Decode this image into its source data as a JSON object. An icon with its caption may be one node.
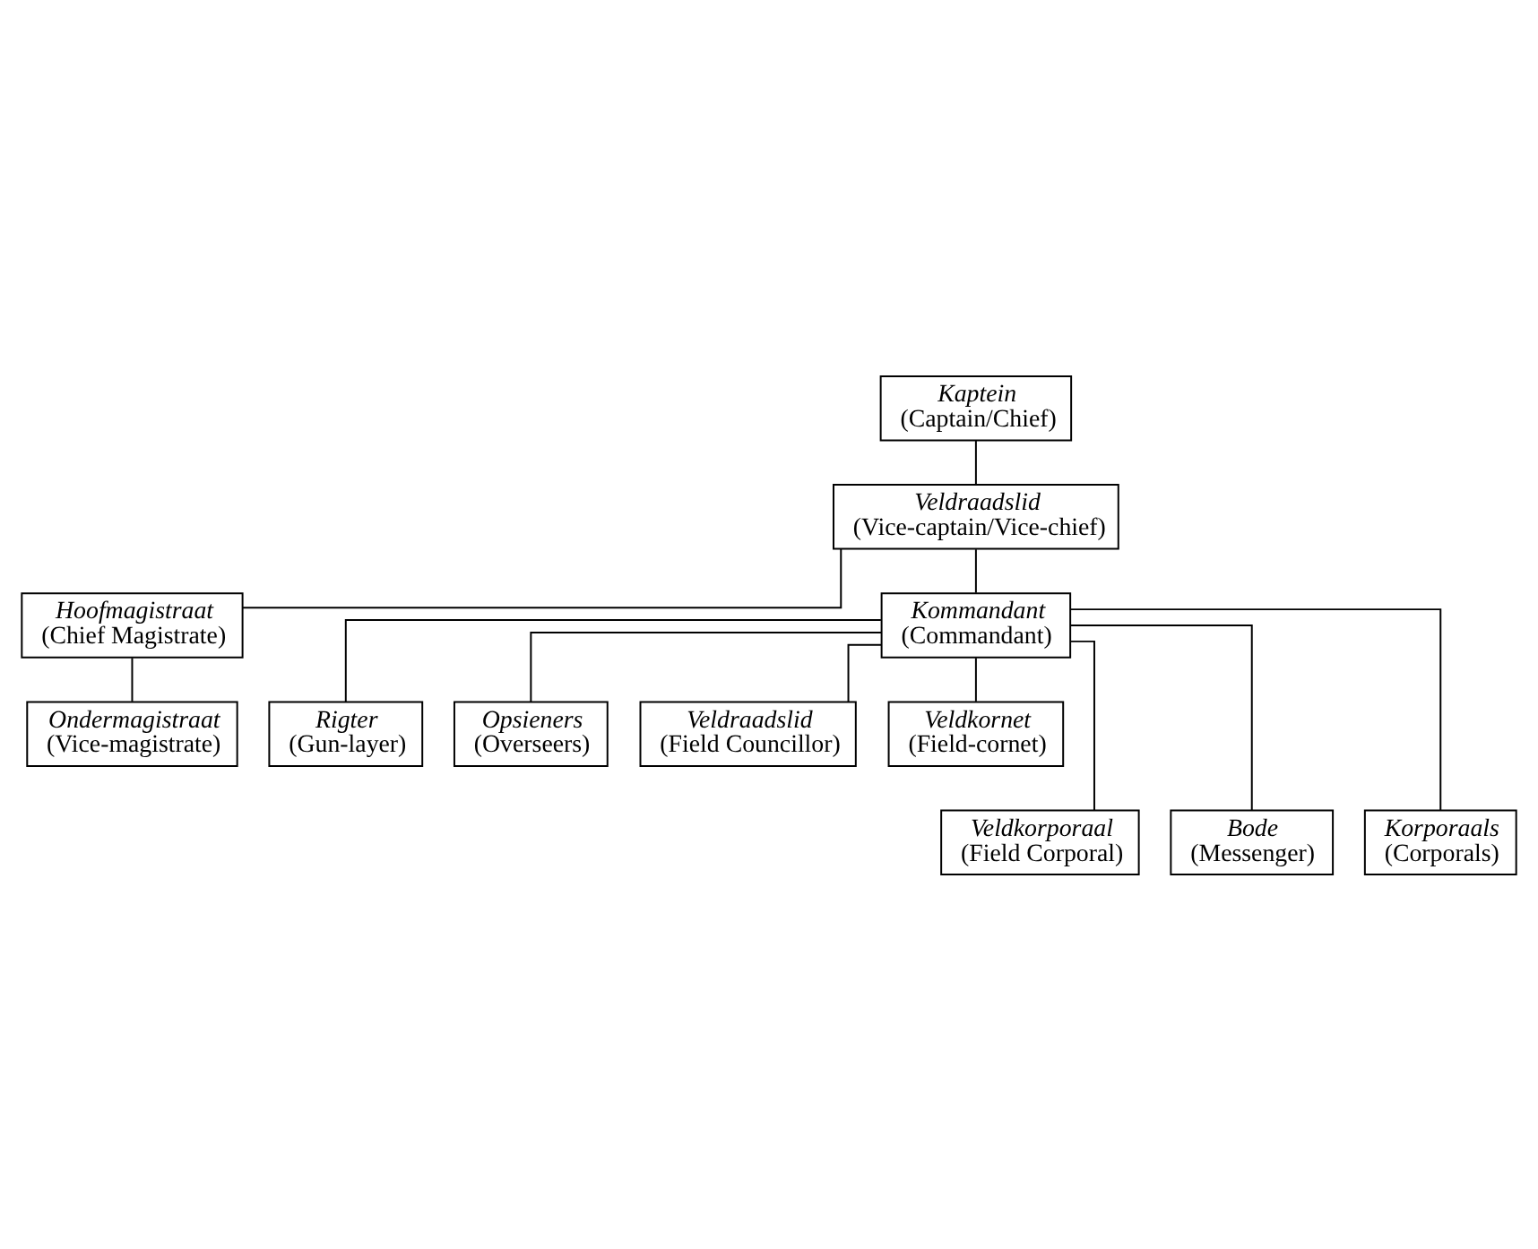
{
  "diagram": {
    "nodes": [
      {
        "text": [
          "Kaptein",
          "(Captain/Chief)"
        ]
      },
      {
        "text": [
          "Veldraadslid",
          "(Vice-captain/Vice-chief)"
        ]
      },
      {
        "text": [
          "Hoofmagistraat",
          "(Chief Magistrate)"
        ]
      },
      {
        "text": [
          "Ondermagistraat",
          "(Vice-magistrate)"
        ]
      },
      {
        "text": [
          "Kommandant",
          "(Commandant)"
        ]
      },
      {
        "text": [
          "Rigter",
          "(Gun-layer)"
        ]
      },
      {
        "text": [
          "Opsieners",
          "(Overseers)"
        ]
      },
      {
        "text": [
          "Veldraadslid",
          "(Field Councillor)"
        ]
      },
      {
        "text": [
          "Veldkornet",
          "(Field-cornet)"
        ]
      },
      {
        "text": [
          "Veldkorporaal",
          "(Field Corporal)"
        ]
      },
      {
        "text": [
          "Bode",
          "(Messenger)"
        ]
      },
      {
        "text": [
          "Korporaals",
          "(Corporals)"
        ]
      }
    ],
    "edges": [
      {
        "from": 0,
        "to": 1,
        "arrow": "none"
      },
      {
        "from": 1,
        "to": 2,
        "arrow": "none"
      },
      {
        "from": 2,
        "to": 3,
        "arrow": "none"
      },
      {
        "from": 1,
        "to": 4,
        "arrow": "none"
      },
      {
        "from": 4,
        "to": 5,
        "arrow": "none"
      },
      {
        "from": 4,
        "to": 9,
        "arrow": "none"
      },
      {
        "from": 4,
        "to": 6,
        "arrow": "none"
      },
      {
        "from": 4,
        "to": 10,
        "arrow": "none"
      },
      {
        "from": 4,
        "to": 7,
        "arrow": "none"
      },
      {
        "from": 4,
        "to": 11,
        "arrow": "none"
      },
      {
        "from": 4,
        "to": 8,
        "arrow": "none"
      }
    ]
  }
}
